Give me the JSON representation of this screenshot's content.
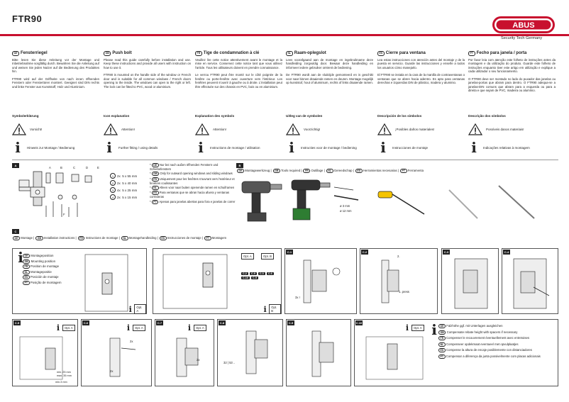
{
  "header": {
    "title": "FTR90",
    "logo": "ABUS",
    "slogan": "Security Tech Germany"
  },
  "columns": [
    {
      "code": "DE",
      "heading": "Fensterriegel",
      "p1": "Bitte lesen Sie diese Anleitung vor der Montage und Inbetriebnahme sorgfältig durch. Bewahren Sie die Anleitung auf und weisen Sie jeden Nutzer auf die Bedienung des Produktes hin.",
      "p2": "FTR90 wird auf der Griffseite von nach innen öffnenden Fenstern oder Fenstertüren montiert. Geeignet sind DIN rechts und linke Fenster aus Kunststoff, Holz und Aluminium.",
      "symhead": "Symbolerklärung",
      "warn": "Vorsicht!",
      "info": "Hinweis zur Montage / Bedienung"
    },
    {
      "code": "GB",
      "heading": "Push bolt",
      "p1": "Please read this guide carefully before installation and use. Keep these instructions and provide all users with instruction on how to use it.",
      "p2": "FTR90 is mounted on the handle side of the window or French door and is suitable for all common windows / French doors opening to the inside. The windows can open to the right or left. The lock can be fitted to PVC, wood or aluminium.",
      "symhead": "Icon explanation",
      "warn": "Attention!",
      "info": "Further fitting / using details"
    },
    {
      "code": "FR",
      "heading": "Tige de condamnation à clé",
      "p1": "Veuillez lire cette notice attentivement avant le montage et la mise en service. Conservez cette notice tant que vous utilisez l'article. Tous les utilisateurs doivent en prendre connaissance.",
      "p2": "Le verrou FTR90 peut être monté sur le côté poignée de la fenêtre ou porte-fenêtre avec ouverture vers l'intérieur. Les fenêtres peuvent s'ouvrir à gauche ou à droite. L'installation peut être effectuée sur des chassis en PVC, bois ou en aluminium.",
      "symhead": "Explanation des symbols",
      "warn": "Attention!",
      "info": "Instructions de montage / utilisation"
    },
    {
      "code": "NL",
      "heading": "Raam-oplegslot",
      "p1": "Lees voorafgaand aan de montage en ingebruikname deze handleiding zorgvuldig door. Bewaar deze handleiding en informeer iedere gebruiker omtrent de bediening.",
      "p2": "De FTR90 wordt aan de sluitzijde gemonteerd en is geschikt voor naar binnen draaiende ramen en deuren. Montage mogelijk op kunststof, hout of aluminium, rechts of links draaiende ramen.",
      "symhead": "Uitleg van de symbolen",
      "warn": "Voorzichtig!",
      "info": "Instructies voor de montage / bediening"
    },
    {
      "code": "ES",
      "heading": "Cierre para ventana",
      "p1": "Lea estas instrucciones con atención antes del montaje y de la puesta en servicio. Guarde las instrucciones y enseñe a todos los usuarios cómo manejarlo.",
      "p2": "El FTR90 se instala en la cara de la manilla de contraventanas o ventanas que se abren hacia adentro. Es apto para ventanas derechas e izquierdas DIN de plástico, madera y aluminio.",
      "symhead": "Descripción de los símbolos",
      "warn": "¡Posibles daños materiales!",
      "info": "Instrucciones de montaje"
    },
    {
      "code": "PT",
      "heading": "Fecho para janela / porta",
      "p1": "Por favor leia com atenção este folheto de instruções antes da montagem e da utilização do produto. Guarde este folheto de instruções enquanto tiver este artigo em utilização e explique a cada utilizador o seu funcionamento.",
      "p2": "O FTR90 deve ser montado no lado do puxador das janelas ou janelas-portas que abram para dentro. O FTR90 adequa-se a janelas-DIN comuns que abram para a esquerda ou para a direita e que sejam de PVC, madeira ou alumínio.",
      "symhead": "Descrição dos símbolos",
      "warn": "Possíveis danos materiais!",
      "info": "Indicações relativas à montagem"
    }
  ],
  "partsA": {
    "label": "A",
    "screws": [
      {
        "num": "1",
        "qty": "2x",
        "size": "5 x 55 mm"
      },
      {
        "num": "2",
        "qty": "2x",
        "size": "5 x 40 mm"
      },
      {
        "num": "3",
        "qty": "4x",
        "size": "5 x 25 mm"
      },
      {
        "num": "4",
        "qty": "2x",
        "size": "5 x 15 mm"
      }
    ],
    "letters": [
      "A",
      "B",
      "C",
      "D",
      "E",
      "F"
    ],
    "notes": [
      {
        "code": "DE",
        "text": "Nur bei nach außen öffnenden Fenstern und Schiebefenstern"
      },
      {
        "code": "GB",
        "text": "Only for outward opening windows and sliding windows"
      },
      {
        "code": "FR",
        "text": "Uniquement pour les fenêtres s'ouvrant vers l'extérieur et fenêtres coulissantes"
      },
      {
        "code": "NL",
        "text": "Alleen voor naar buiten openende ramen en schuiframen"
      },
      {
        "code": "ES",
        "text": "Para ventanas que se abran hacia afuera y ventanas correderas"
      },
      {
        "code": "PT",
        "text": "Apenas para janelas abertas para fora e janelas de correr"
      }
    ]
  },
  "toolsB": {
    "label": "B",
    "items": [
      {
        "code": "DE",
        "text": "Montagewerkzeug"
      },
      {
        "code": "GB",
        "text": "Tools required"
      },
      {
        "code": "FR",
        "text": "Outillage"
      },
      {
        "code": "NL",
        "text": "Gereedschap"
      },
      {
        "code": "ES",
        "text": "Herramientas necesarias"
      },
      {
        "code": "PT",
        "text": "Ferramenta"
      }
    ],
    "drill1": "ø 3 mm",
    "drill2": "ø 12 mm"
  },
  "mountC": {
    "label": "C",
    "items": [
      {
        "code": "DE",
        "text": "Montage"
      },
      {
        "code": "GB",
        "text": "Installation instructions"
      },
      {
        "code": "FR",
        "text": "Instructions de montage"
      },
      {
        "code": "NL",
        "text": "Montagehandleiding"
      },
      {
        "code": "ES",
        "text": "Instrucciones de montaje"
      },
      {
        "code": "PT",
        "text": "Montagem"
      }
    ],
    "positions": [
      {
        "code": "DE",
        "text": "Montageposition"
      },
      {
        "code": "GB",
        "text": "Mounting position"
      },
      {
        "code": "FR",
        "text": "Position de montage"
      },
      {
        "code": "NL",
        "text": "Montagepositie"
      },
      {
        "code": "ES",
        "text": "Posición de montaje"
      },
      {
        "code": "PT",
        "text": "Posição de montagem"
      }
    ],
    "optA": "Opt. A",
    "optB": "Opt. B",
    "turn": "3x !",
    "press": "1. press",
    "two": "2.",
    "dims": [
      "min. 25 mm",
      "max. 35 mm",
      "min.3 mm"
    ],
    "screwhint": "32 | 53 ..",
    "steps": {
      "c1": "C.1",
      "c2": "C.2",
      "c3": "C.3",
      "c4": "C.4",
      "c5": "C.5",
      "c6": "C.6",
      "c7": "C.7",
      "c8": "C.8",
      "c9": "C.9",
      "c10": "C.10"
    },
    "compensate": [
      {
        "code": "DE",
        "text": "Falzhöhe ggf. mit Unterlagen ausgleichen"
      },
      {
        "code": "GB",
        "text": "Compensate rebate height with spacers if necessary"
      },
      {
        "code": "FR",
        "text": "Compenser le recouvrement éventuellement avec entretoises"
      },
      {
        "code": "NL",
        "text": "Compenseer opdekmaat eventueel met opvulplaatjes"
      },
      {
        "code": "ES",
        "text": "Compense la altura de encaje posiblemente con distanciadores"
      },
      {
        "code": "PT",
        "text": "Compensar a diferença da junta possivelmente com placas adicionais"
      }
    ]
  },
  "colors": {
    "accent": "#c8102e",
    "ink": "#222222",
    "panelBorder": "#555555",
    "drill": "#3a3a3a",
    "battery": "#2e7d32"
  },
  "icons": {
    "warning": "warning-triangle-icon",
    "info": "info-i-icon"
  }
}
